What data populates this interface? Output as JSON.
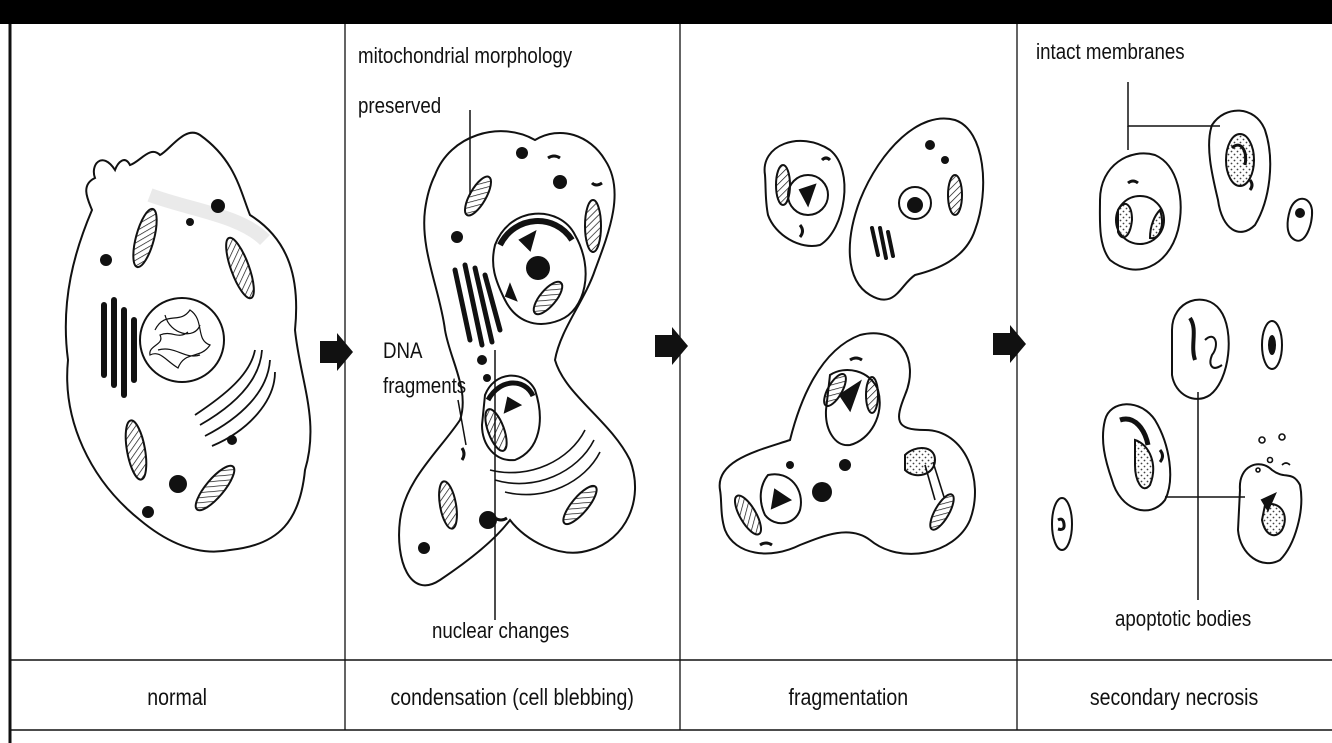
{
  "stages": [
    {
      "label": "normal"
    },
    {
      "label": "condensation (cell blebbing)"
    },
    {
      "label": "fragmentation"
    },
    {
      "label": "secondary necrosis"
    }
  ],
  "annotations": {
    "mitochondrial_line1": "mitochondrial morphology",
    "mitochondrial_line2": "preserved",
    "dna_line1": "DNA",
    "dna_line2": "fragments",
    "nuclear_changes": "nuclear changes",
    "intact_membranes": "intact membranes",
    "apoptotic_bodies": "apoptotic bodies"
  },
  "colors": {
    "line": "#111111",
    "background": "#ffffff",
    "stipple": "#9a9a9a"
  }
}
